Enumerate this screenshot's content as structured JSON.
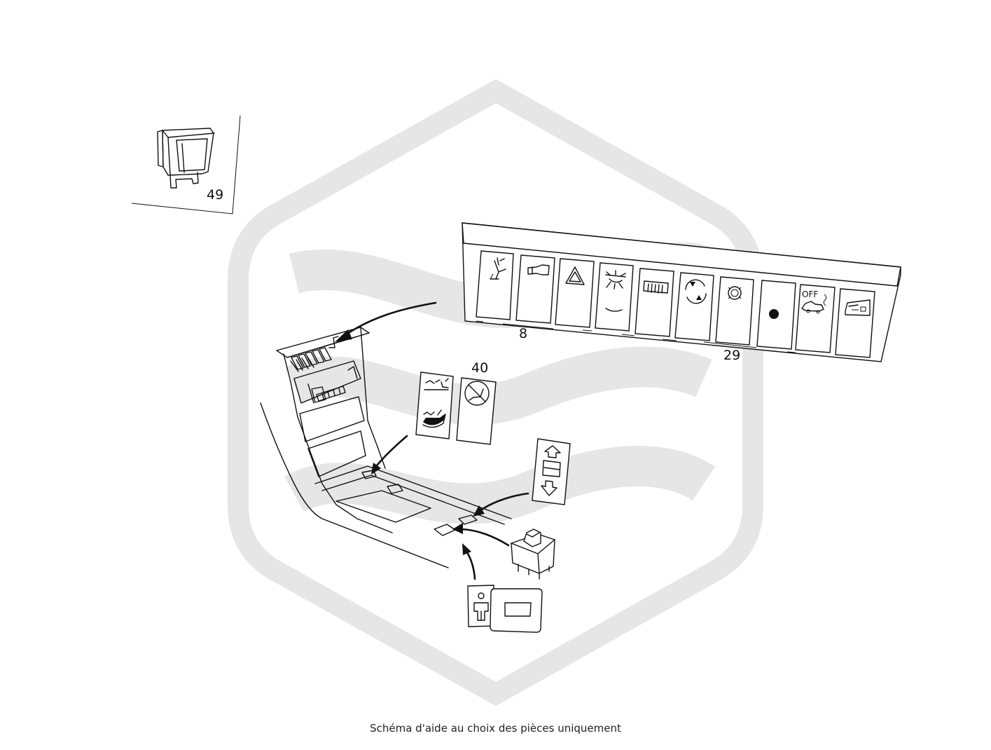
{
  "diagram": {
    "callouts": {
      "part_49": "49",
      "part_8": "8",
      "part_29": "29",
      "part_40": "40"
    },
    "switch_panel": {
      "switches": [
        {
          "icon": "seat-adjust-icon"
        },
        {
          "icon": "headlamp-washer-icon"
        },
        {
          "icon": "hazard-triangle-icon"
        },
        {
          "icon": "interior-light-icon"
        },
        {
          "icon": "rear-defrost-icon"
        },
        {
          "icon": "recirculation-icon"
        },
        {
          "icon": "fog-lamp-icon"
        },
        {
          "icon": "blank-dot-icon"
        },
        {
          "icon": "alarm-off-icon",
          "label": "OFF"
        },
        {
          "icon": "door-lock-icon"
        }
      ]
    },
    "loose_switches": [
      {
        "icon": "seat-heater-icon"
      },
      {
        "icon": "seat-heater-disabled-icon"
      },
      {
        "icon": "window-up-down-icon"
      },
      {
        "icon": "occupant-sensor-icon"
      },
      {
        "icon": "relay-module-icon"
      },
      {
        "icon": "switch-housing-icon"
      }
    ],
    "colors": {
      "ink": "#111111",
      "watermark": "#e6e6e6",
      "background": "#ffffff"
    }
  },
  "footer": {
    "caption": "Schéma d'aide au choix des pièces uniquement"
  }
}
